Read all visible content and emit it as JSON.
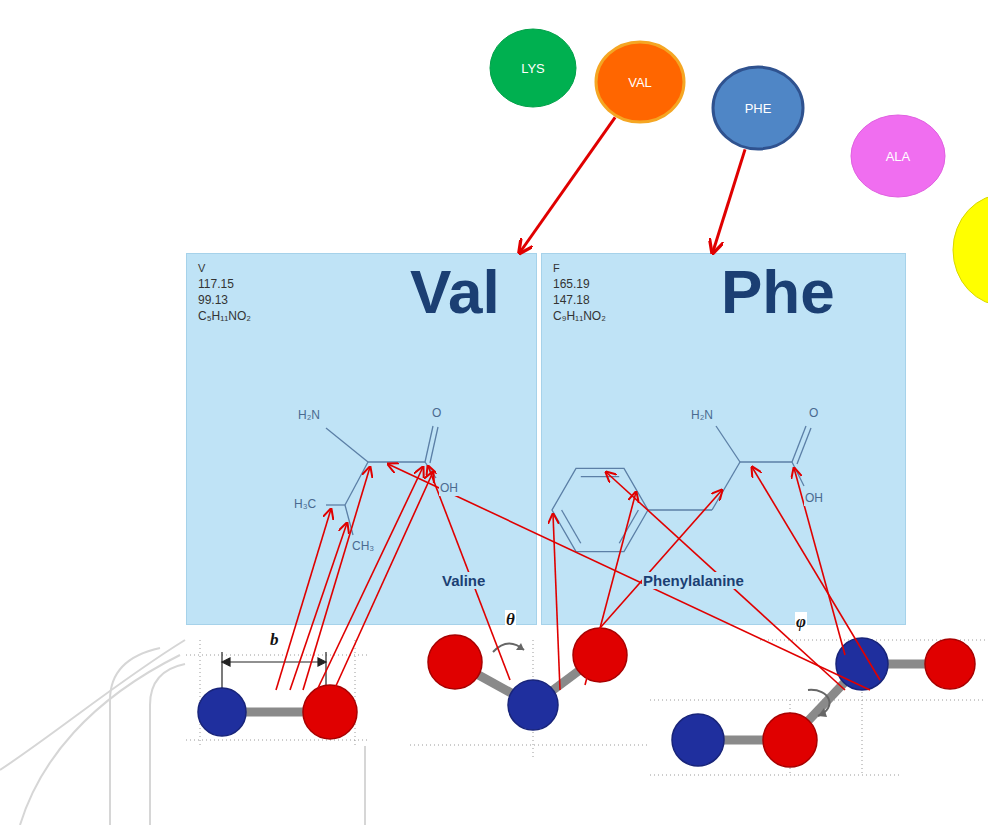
{
  "diagram": {
    "nodes": [
      {
        "text": [
          "LYS"
        ]
      },
      {
        "text": [
          "VAL"
        ]
      },
      {
        "text": [
          "PHE"
        ]
      },
      {
        "text": [
          "ALA"
        ]
      },
      {
        "text": [
          "V",
          "117.15",
          "99.13",
          "C₅H₁₁NO₂",
          "Val",
          "H₂N",
          "O",
          "H₃C",
          "OH",
          "CH₃",
          "Valine"
        ]
      },
      {
        "text": [
          "F",
          "165.19",
          "147.18",
          "C₉H₁₁NO₂",
          "Phe",
          "H₂N",
          "O",
          "OH",
          "Phenylalanine"
        ]
      }
    ],
    "edges": [
      {
        "from": 1,
        "to": 4,
        "arrow": "to"
      },
      {
        "from": 2,
        "to": 5,
        "arrow": "to"
      }
    ],
    "labels": [
      "b",
      "θ",
      "φ"
    ]
  }
}
